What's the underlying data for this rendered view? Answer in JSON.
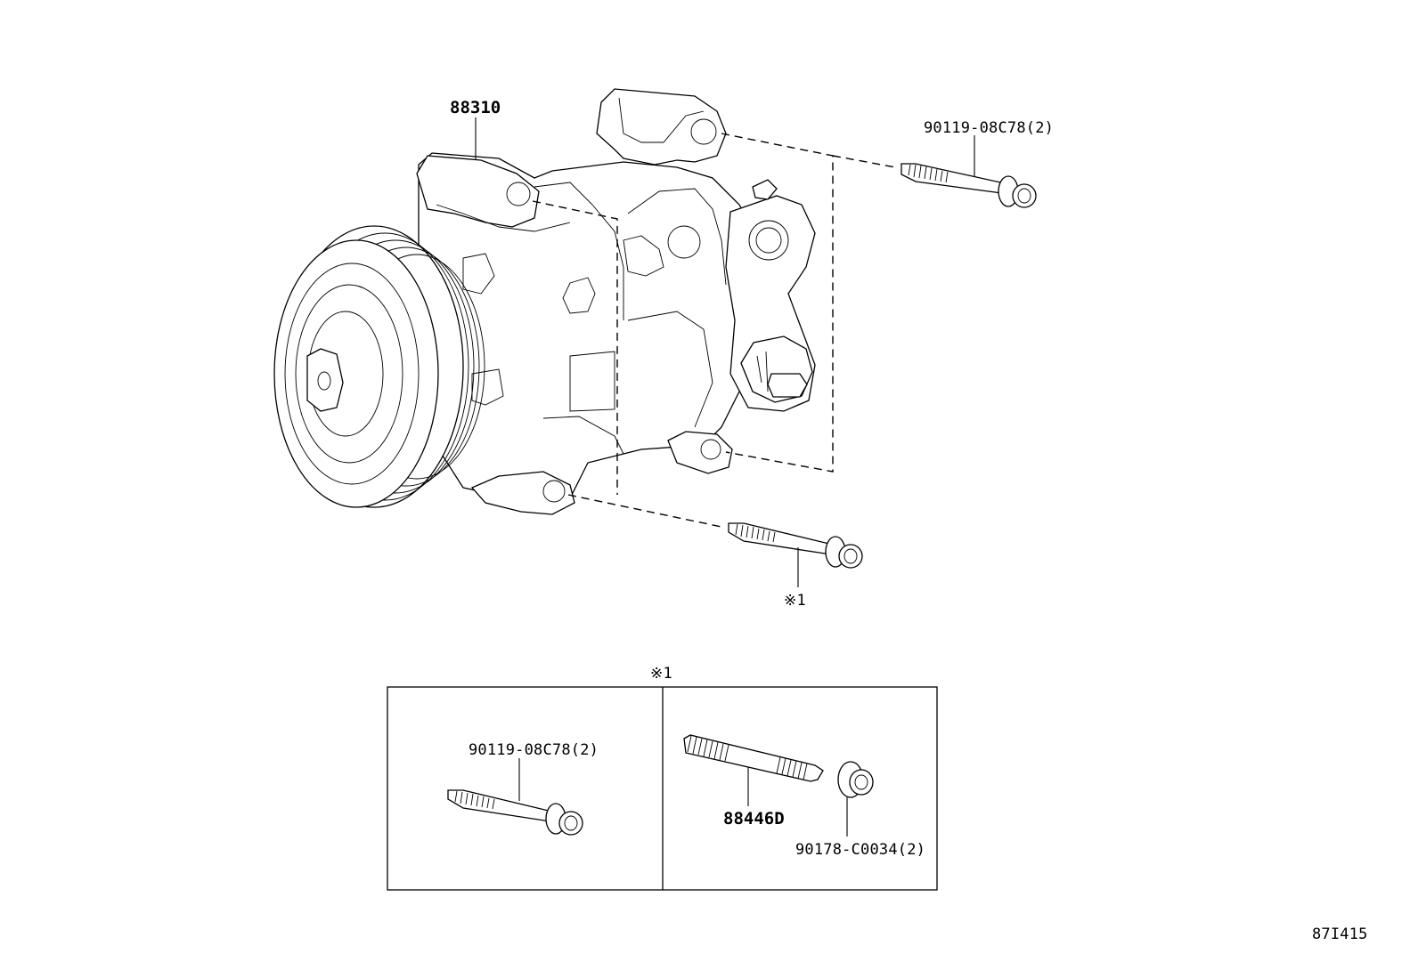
{
  "callouts": {
    "compressor": "88310",
    "bolt_upper": "90119-08C78(2)",
    "bolt_lower_note": "※1",
    "detail_heading": "※1",
    "detail_bolt": "90119-08C78(2)",
    "stud": "88446D",
    "nut": "90178-C0034(2)"
  },
  "figure_code": "87I415"
}
